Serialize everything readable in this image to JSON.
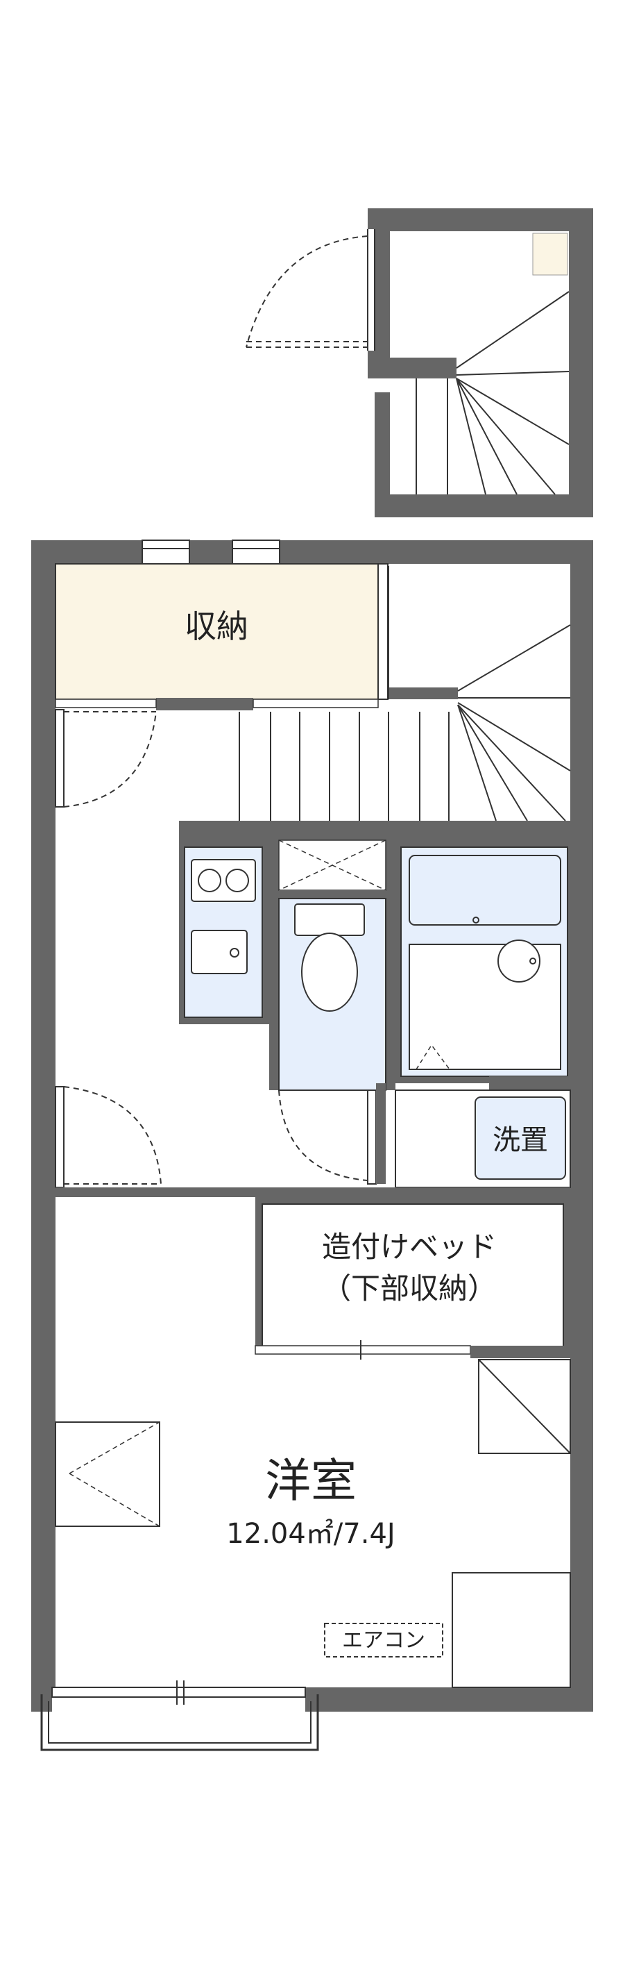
{
  "rooms": {
    "storage": "収納",
    "washer": "洗置",
    "bed_line1": "造付けベッド",
    "bed_line2": "（下部収納）",
    "western_room": "洋室",
    "area": "12.04㎡/7.4J",
    "aircon": "エアコン"
  },
  "colors": {
    "wall": "#666666",
    "storage_fill": "#fbf5e4",
    "fixture_fill": "#e6effc",
    "line": "#222222"
  }
}
